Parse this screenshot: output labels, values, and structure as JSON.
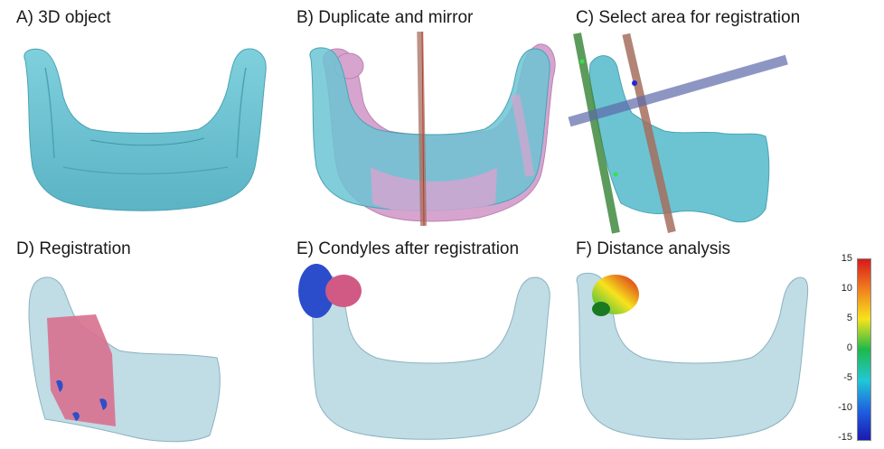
{
  "panels": [
    {
      "title": "A) 3D object"
    },
    {
      "title": "B) Duplicate and mirror"
    },
    {
      "title": "C) Select area for registration"
    },
    {
      "title": "D) Registration"
    },
    {
      "title": "E) Condyles after registration"
    },
    {
      "title": "F) Distance analysis"
    }
  ],
  "colorbar": {
    "ticks": [
      "15",
      "10",
      "5",
      "0",
      "-5",
      "-10",
      "-15"
    ],
    "colors": [
      "#d7191c",
      "#f07c1e",
      "#f7e31d",
      "#1fb84a",
      "#22c7d6",
      "#1e5fe0",
      "#1a1ab0"
    ]
  },
  "colors": {
    "bone": "#6cc4d3",
    "mirror": "#d7a4cf",
    "translucent": "#b5d6df",
    "plane_green": "#3f8a3f",
    "plane_brown": "#a56f5e",
    "plane_blue": "#5c6aa8"
  }
}
